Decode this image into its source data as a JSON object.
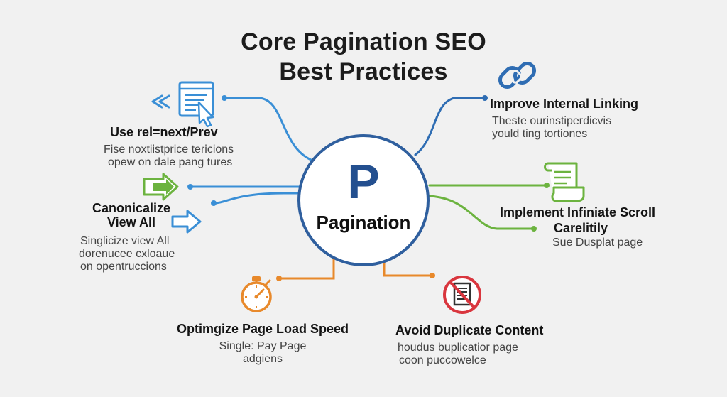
{
  "title": {
    "line1": "Core Pagination SEO",
    "line2": "Best Practices"
  },
  "center": {
    "letter": "P",
    "label": "Pagination"
  },
  "nodes": {
    "rel_next_prev": {
      "heading": "Use rel=next/Prev",
      "desc_line1": "Fise noxtiistprice tericions",
      "desc_line2": "opew on dale pang tures",
      "icon": "browser-cursor-icon",
      "color": "#3a8fd6"
    },
    "canonicalize": {
      "heading_line1": "Canonicalize",
      "heading_line2": "View All",
      "desc_line1": "Singlicize view All",
      "desc_line2": "dorenucee cxloaue",
      "desc_line3": "on opentruccions",
      "icon": "arrows-icon",
      "color": "#6cb33f"
    },
    "page_speed": {
      "heading": "Optimgize Page Load Speed",
      "desc_line1": "Single: Pay Page",
      "desc_line2": "adgiens",
      "icon": "stopwatch-icon",
      "color": "#e8892b"
    },
    "duplicate": {
      "heading": "Avoid Duplicate Content",
      "desc_line1": "houdus buplicatior page",
      "desc_line2": "coon puccowelce",
      "icon": "no-document-icon",
      "color": "#d9363e"
    },
    "infinite_scroll": {
      "heading_line1": "Implement Infiniate Scroll",
      "heading_line2": "Carelitily",
      "desc_line1": "Sue Dusplat page",
      "icon": "scroll-icon",
      "color": "#6cb33f"
    },
    "internal_linking": {
      "heading": "Improve Internal Linking",
      "desc_line1": "Theste ourinstiperdicvis",
      "desc_line2": "yould ting tortiones",
      "icon": "chain-link-icon",
      "color": "#2f6db3"
    }
  }
}
